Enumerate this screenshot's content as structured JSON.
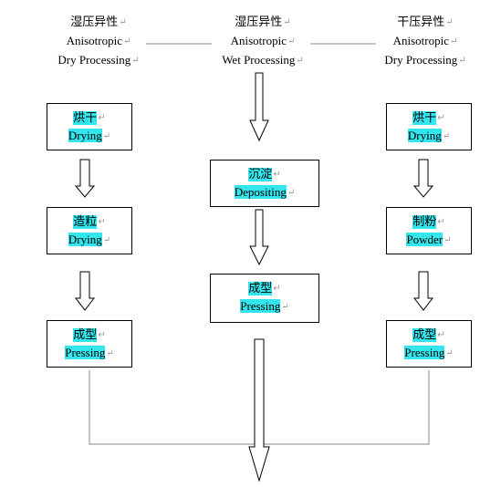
{
  "para_mark": "↵",
  "columns": [
    {
      "zh": "湿压异性",
      "en_line1": "Anisotropic",
      "en_line2": "Dry Processing",
      "steps": [
        {
          "zh": "烘干",
          "en": "Drying"
        },
        {
          "zh": "造粒",
          "en": "Drying"
        },
        {
          "zh": "成型",
          "en": "Pressing"
        }
      ]
    },
    {
      "zh": "湿压异性",
      "en_line1": "Anisotropic",
      "en_line2": "Wet Processing",
      "steps": [
        {
          "zh": "沉淀",
          "en": "Depositing"
        },
        {
          "zh": "成型",
          "en": "Pressing"
        }
      ]
    },
    {
      "zh": "干压异性",
      "en_line1": "Anisotropic",
      "en_line2": "Dry Processing",
      "steps": [
        {
          "zh": "烘干",
          "en": "Drying"
        },
        {
          "zh": "制粉",
          "en": "Powder"
        },
        {
          "zh": "成型",
          "en": "Pressing"
        }
      ]
    }
  ],
  "colors": {
    "highlight": "#33e6ee",
    "line": "#888888",
    "arrow": "#000000"
  }
}
